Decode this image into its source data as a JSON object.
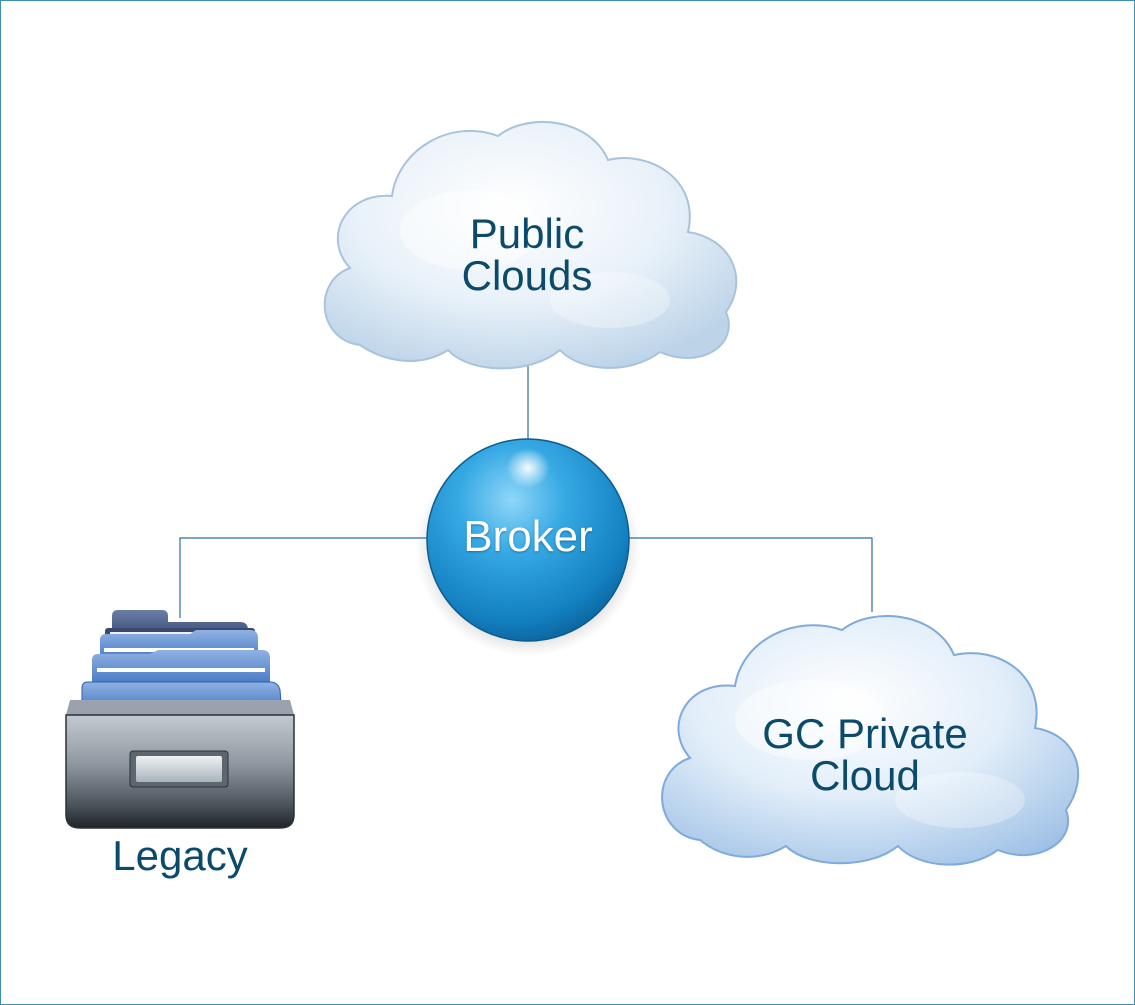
{
  "nodes": {
    "public_clouds": {
      "line1": "Public",
      "line2": "Clouds"
    },
    "broker": {
      "label": "Broker"
    },
    "legacy": {
      "label": "Legacy"
    },
    "private_cloud": {
      "line1": "GC Private",
      "line2": "Cloud"
    }
  },
  "icons": {
    "public_clouds": "cloud-icon",
    "broker": "sphere-icon",
    "legacy": "file-drawer-icon",
    "private_cloud": "cloud-icon"
  },
  "colors": {
    "frame_border": "#3d8fb3",
    "connector": "#2e7196",
    "label_text": "#0b4a6a",
    "broker_fill": "#1f96d6",
    "cloud_fill": "#e9f2fa"
  }
}
